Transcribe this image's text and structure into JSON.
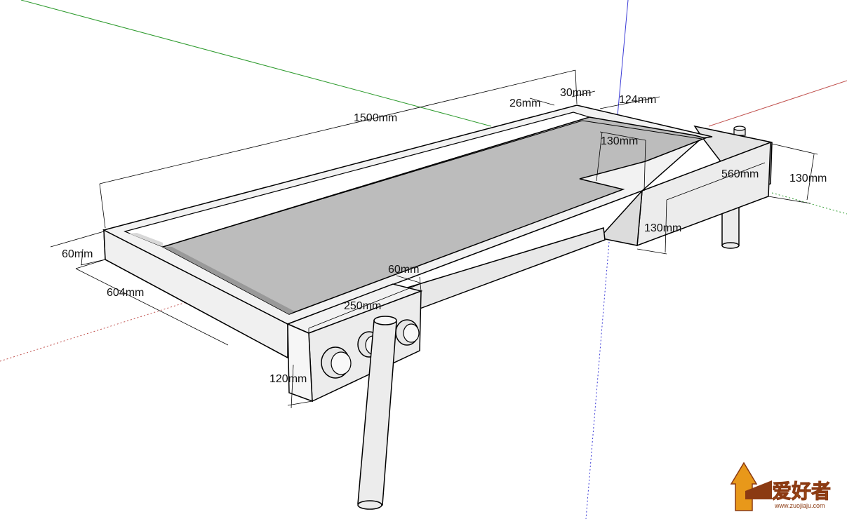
{
  "dimensions": {
    "length": "1500mm",
    "inner_rail_a": "26mm",
    "inner_rail_b": "30mm",
    "tail_vise_width": "124mm",
    "tail_vise_notch": "130mm",
    "tail_vise_length": "560mm",
    "tail_vise_height_right": "130mm",
    "tail_vise_height_front": "130mm",
    "top_thickness": "60mm",
    "bench_width": "604mm",
    "front_vise_thickness": "60mm",
    "front_vise_length": "250mm",
    "front_vise_height": "120mm"
  },
  "watermark": {
    "brand": "爱好者",
    "url": "www.zuojiaju.com"
  },
  "colors": {
    "axis_red": "#c0504d",
    "axis_green": "#2e9b2e",
    "axis_blue": "#3b3bd6",
    "face_light": "#ececec",
    "face_top_recess": "#bcbcbc",
    "edge": "#000000",
    "logo_orange": "#e8981a",
    "logo_brown": "#8b3a12"
  }
}
